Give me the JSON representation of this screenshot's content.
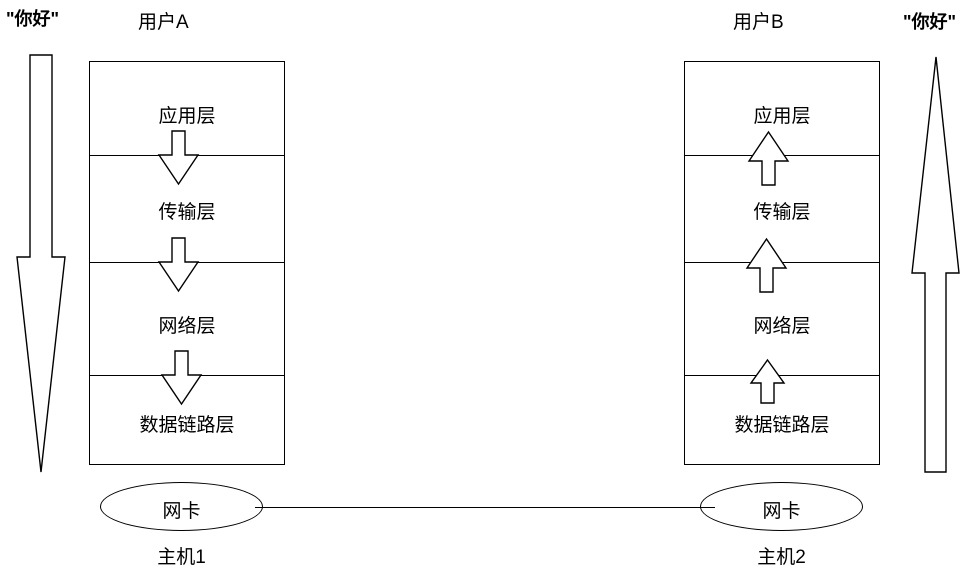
{
  "diagram": {
    "title_left_message": "\"你好\"",
    "title_right_message": "\"你好\"",
    "user_a": "用户A",
    "user_b": "用户B",
    "host_1": "主机1",
    "host_2": "主机2",
    "nic_left": "网卡",
    "nic_right": "网卡",
    "stack_left": {
      "direction": "down",
      "layers": [
        {
          "label": "应用层"
        },
        {
          "label": "传输层"
        },
        {
          "label": "网络层"
        },
        {
          "label": "数据链路层"
        }
      ]
    },
    "stack_right": {
      "direction": "up",
      "layers": [
        {
          "label": "应用层"
        },
        {
          "label": "传输层"
        },
        {
          "label": "网络层"
        },
        {
          "label": "数据链路层"
        }
      ]
    },
    "colors": {
      "stroke": "#000000",
      "fill": "#ffffff",
      "background": "#ffffff"
    }
  }
}
